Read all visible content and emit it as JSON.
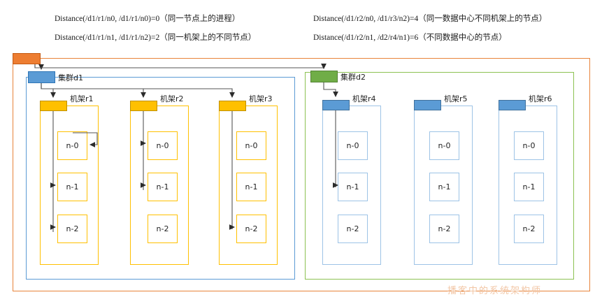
{
  "legend": {
    "lines": [
      {
        "id": "l1",
        "text": "Distance(/d1/r1/n0, /d1/r1/n0)=0（同一节点上的进程）"
      },
      {
        "id": "l2",
        "text": "Distance(/d1/r1/n1, /d1/r1/n2)=2（同一机架上的不同节点）"
      },
      {
        "id": "l3",
        "text": "Distance(/d1/r2/n0, /d1/r3/n2)=4（同一数据中心不同机架上的节点）"
      },
      {
        "id": "l4",
        "text": "Distance(/d1/r2/n1, /d2/r4/n1)=6（不同数据中心的节点）"
      }
    ]
  },
  "clusters": [
    {
      "id": "d1",
      "label": "集群d1",
      "color": "#5b9bd5",
      "racks": [
        {
          "id": "r1",
          "label": "机架r1",
          "nodes": [
            "n-0",
            "n-1",
            "n-2"
          ]
        },
        {
          "id": "r2",
          "label": "机架r2",
          "nodes": [
            "n-0",
            "n-1",
            "n-2"
          ]
        },
        {
          "id": "r3",
          "label": "机架r3",
          "nodes": [
            "n-0",
            "n-1",
            "n-2"
          ]
        }
      ]
    },
    {
      "id": "d2",
      "label": "集群d2",
      "color": "#70ad47",
      "racks": [
        {
          "id": "r4",
          "label": "机架r4",
          "nodes": [
            "n-0",
            "n-1",
            "n-2"
          ]
        },
        {
          "id": "r5",
          "label": "机架r5",
          "nodes": [
            "n-0",
            "n-1",
            "n-2"
          ]
        },
        {
          "id": "r6",
          "label": "机架r6",
          "nodes": [
            "n-0",
            "n-1",
            "n-2"
          ]
        }
      ]
    }
  ],
  "root": {
    "label": "",
    "color": "#ed7d31"
  },
  "watermark": {
    "text": "播客中的系统架构师"
  },
  "colors": {
    "root": "#ed7d31",
    "cluster_d1": "#5b9bd5",
    "cluster_d2": "#70ad47",
    "rack_yellow": "#ffc000",
    "rack_blue": "#5b9bd5",
    "node_yellow_border": "#ffc000",
    "node_blue_border": "#9dc3e6",
    "connector": "#404040"
  }
}
